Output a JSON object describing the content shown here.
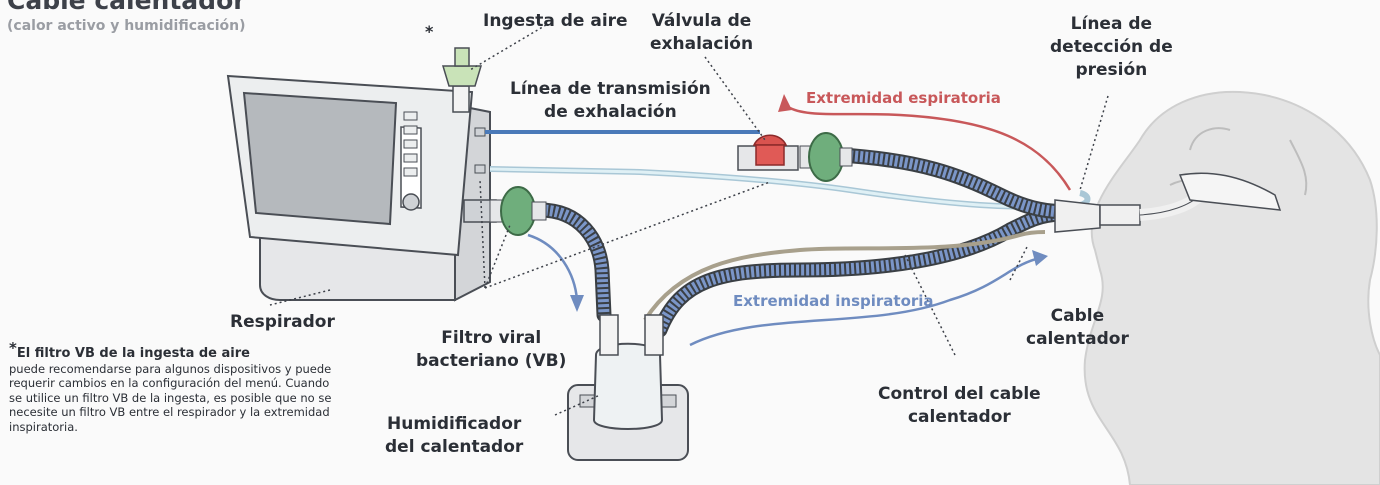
{
  "title": "Cable calentador",
  "subtitle": "(calor activo y humidificación)",
  "labels": {
    "ingesta": "Ingesta de aire",
    "valvula": [
      "Válvula de",
      "exhalación"
    ],
    "linea_deteccion": [
      "Línea de",
      "detección de",
      "presión"
    ],
    "linea_transmision": [
      "Línea de transmisión",
      "de exhalación"
    ],
    "respirador": "Respirador",
    "filtro": [
      "Filtro viral",
      "bacteriano (VB)"
    ],
    "humidificador": [
      "Humidificador",
      "del calentador"
    ],
    "control_cable": [
      "Control del cable",
      "calentador"
    ],
    "cable_calentador": [
      "Cable",
      "calentador"
    ]
  },
  "limbs": {
    "espiratoria": "Extremidad espiratoria",
    "inspiratoria": "Extremidad inspiratoria"
  },
  "asterisk": "*",
  "note": {
    "star": "*",
    "heading": "El filtro VB de la ingesta de aire",
    "body": "puede recomendarse para algunos dispositivos y puede requerir cambios en la configuración del menú. Cuando se utilice un filtro VB de la ingesta, es posible que no se necesite un filtro VB entre el respirador y la extremidad inspiratoria."
  },
  "colors": {
    "espiratoria": "#c8585a",
    "inspiratoria": "#6f8cc0",
    "filter_green": "#6fae7c",
    "valve_red": "#d9534f",
    "tube_blue": "#7b96c8",
    "tube_dark": "#3a3f44",
    "heater_line": "#a8a08c",
    "line_blue": "#4a79b8",
    "line_light": "#cfe3ea",
    "device_gray": "#e6e7e9",
    "outline": "#4a4e55"
  }
}
